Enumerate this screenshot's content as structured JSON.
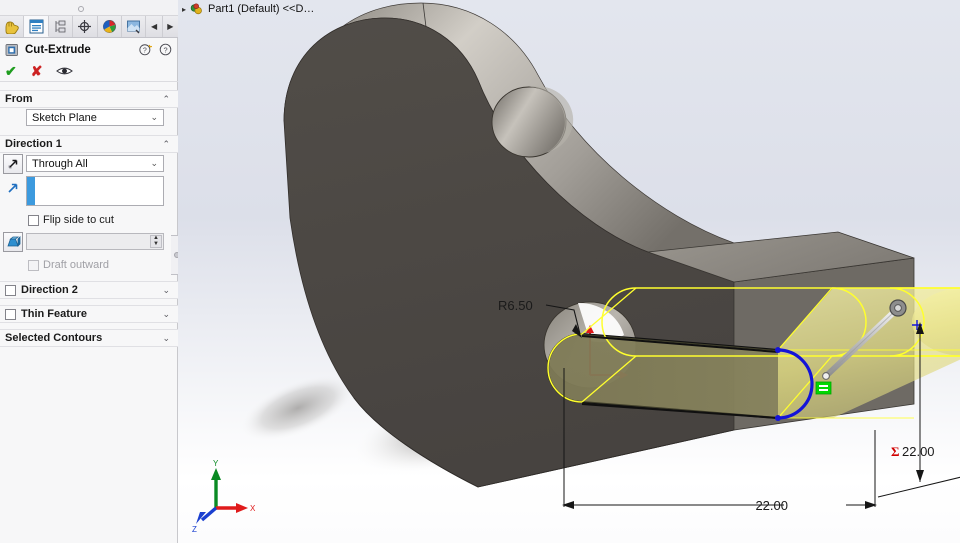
{
  "window": {
    "splitter_handle": "•"
  },
  "left_panel": {
    "tabs": [
      {
        "name": "feature-manager-design-tree",
        "icon": "hand-tree-icon",
        "active": false
      },
      {
        "name": "property-manager",
        "icon": "property-list-icon",
        "active": true
      },
      {
        "name": "configuration-manager",
        "icon": "configuration-icon",
        "active": false
      },
      {
        "name": "dimxpert-manager",
        "icon": "dimxpert-target-icon",
        "active": false
      },
      {
        "name": "display-manager",
        "icon": "appearance-palette-icon",
        "active": false
      },
      {
        "name": "render-manager",
        "icon": "render-icon",
        "active": false
      }
    ],
    "tab_nav": {
      "prev": "◀",
      "next": "▶"
    },
    "feature": {
      "icon": "cut-extrude-icon",
      "title": "Cut-Extrude",
      "help_whats_this": "?",
      "help": "?"
    },
    "actions": {
      "ok": "✔",
      "cancel": "✘",
      "preview": "eye-icon"
    },
    "sections": {
      "from": {
        "title": "From",
        "collapse_chevron": "⌃",
        "start_condition": {
          "value": "Sketch Plane",
          "chevron": "⌄"
        }
      },
      "direction1": {
        "title": "Direction 1",
        "collapse_chevron": "⌃",
        "reverse_direction_icon": "reverse-direction-icon",
        "end_condition": {
          "value": "Through All",
          "chevron": "⌄"
        },
        "direction_vector": {
          "icon": "direction-arrow-icon",
          "value": ""
        },
        "flip_side_to_cut": {
          "label": "Flip side to cut",
          "checked": false
        },
        "draft": {
          "icon": "draft-angle-icon",
          "value": "",
          "spin_up": "▲",
          "spin_down": "▼"
        },
        "draft_outward": {
          "label": "Draft outward",
          "checked": false,
          "enabled": false
        }
      },
      "direction2": {
        "title": "Direction 2",
        "checked": false,
        "collapse_chevron": "⌄"
      },
      "thin_feature": {
        "title": "Thin Feature",
        "checked": false,
        "collapse_chevron": "⌄"
      },
      "selected_contours": {
        "title": "Selected Contours",
        "collapse_chevron": "⌄"
      }
    }
  },
  "viewport": {
    "header": {
      "expander": "▸",
      "icon": "part-document-icon",
      "title": "Part1 (Default) <<D…"
    },
    "annotations": [
      {
        "name": "radius-dimension",
        "text": "R6.50"
      },
      {
        "name": "vertical-dimension",
        "text": "22.00",
        "prefix_symbol": "Σ"
      },
      {
        "name": "horizontal-dimension",
        "text": "22.00"
      }
    ],
    "triad": {
      "x_label": "X",
      "y_label": "Y",
      "z_label": "Z",
      "x_color": "#e01b1b",
      "y_color": "#0a8a23",
      "z_color": "#1a3fd0"
    },
    "colors": {
      "part_dark": "#4c4843",
      "part_light": "#b8b4ad",
      "preview_yellow": "#ffff2e",
      "preview_fill": "#f2ee9a",
      "selected_blue": "#1414d8",
      "constraint_green": "#00d800",
      "background_top": "#e3e6ee",
      "background_bottom": "#ffffff"
    }
  }
}
